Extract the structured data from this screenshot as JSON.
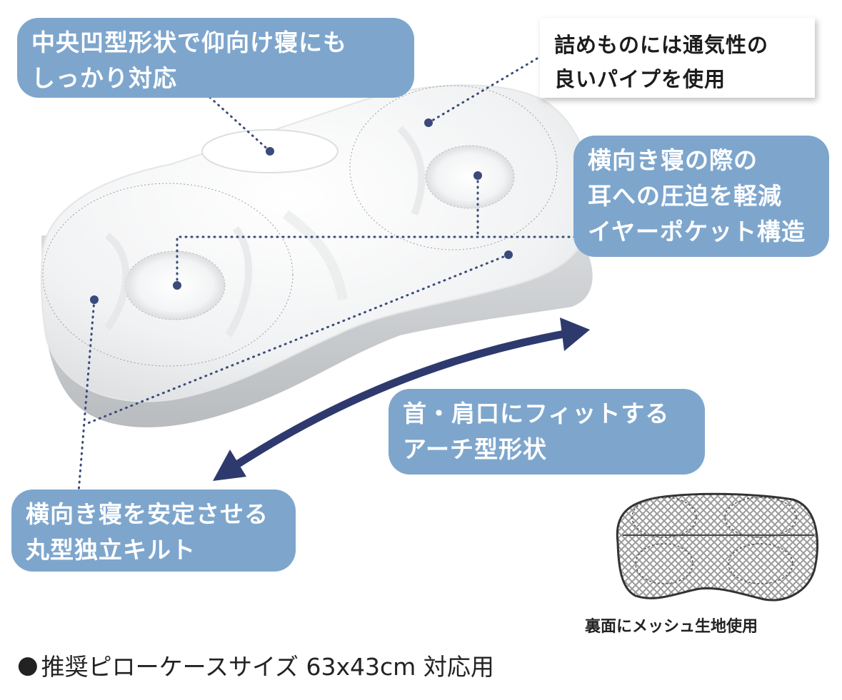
{
  "callouts": {
    "center_concave": {
      "line1": "中央凹型形状で仰向け寝にも",
      "line2": "しっかり対応"
    },
    "pipe_filling": {
      "line1": "詰めものには通気性の",
      "line2": "良いパイプを使用"
    },
    "ear_pocket": {
      "line1": "横向き寝の際の",
      "line2": "耳への圧迫を軽減",
      "line3": "イヤーポケット構造"
    },
    "arch_shape": {
      "line1": "首・肩口にフィットする",
      "line2": "アーチ型形状"
    },
    "round_quilt": {
      "line1": "横向き寝を安定させる",
      "line2": "丸型独立キルト"
    }
  },
  "mesh_caption": "裏面にメッシュ生地使用",
  "footer": {
    "bullet": "●",
    "text": "推奨ピローケースサイズ 63x43cm 対応用"
  },
  "colors": {
    "callout_bg": "#7ea6cd",
    "arrow": "#2e3a6e",
    "leader_dots": "#3a4a7a",
    "pillow_side": "#c9cccf"
  }
}
